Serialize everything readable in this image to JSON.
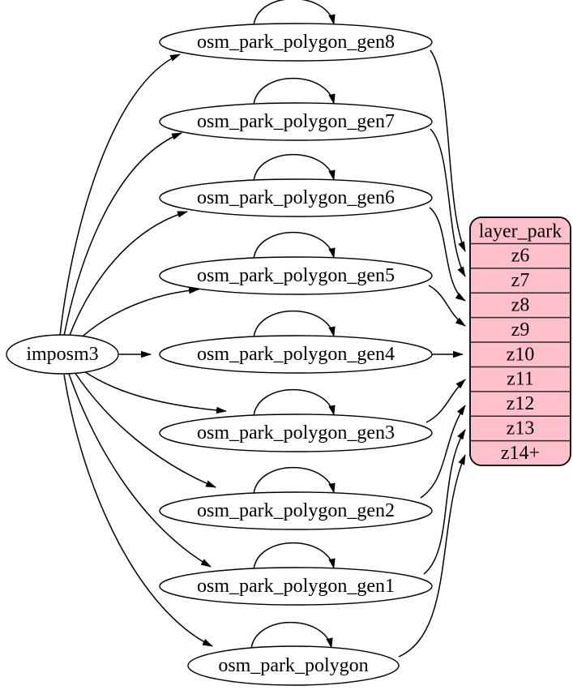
{
  "diagram": {
    "source": {
      "label": "imposm3"
    },
    "generalized_tables": [
      {
        "label": "osm_park_polygon_gen8",
        "feeds_zoom": "z6"
      },
      {
        "label": "osm_park_polygon_gen7",
        "feeds_zoom": "z7"
      },
      {
        "label": "osm_park_polygon_gen6",
        "feeds_zoom": "z8"
      },
      {
        "label": "osm_park_polygon_gen5",
        "feeds_zoom": "z9"
      },
      {
        "label": "osm_park_polygon_gen4",
        "feeds_zoom": "z10"
      },
      {
        "label": "osm_park_polygon_gen3",
        "feeds_zoom": "z11"
      },
      {
        "label": "osm_park_polygon_gen2",
        "feeds_zoom": "z12"
      },
      {
        "label": "osm_park_polygon_gen1",
        "feeds_zoom": "z13"
      },
      {
        "label": "osm_park_polygon",
        "feeds_zoom": "z14+"
      }
    ],
    "layer_table": {
      "title": "layer_park",
      "rows": [
        "z6",
        "z7",
        "z8",
        "z9",
        "z10",
        "z11",
        "z12",
        "z13",
        "z14+"
      ]
    },
    "colors": {
      "layer_fill": "#ffc0cb",
      "node_fill": "#ffffff",
      "stroke": "#000000",
      "text": "#000000"
    }
  }
}
